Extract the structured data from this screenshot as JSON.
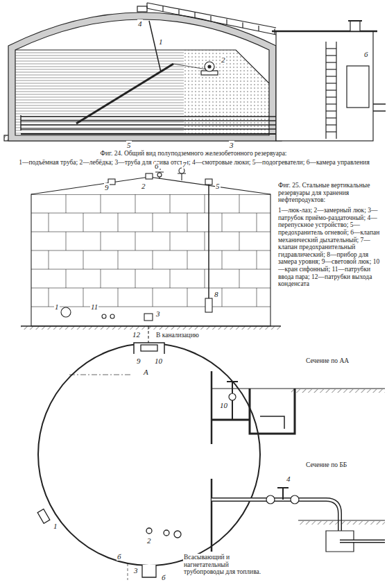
{
  "diagram": {
    "labels": [
      "4",
      "1",
      "2",
      "6",
      "5",
      "3",
      "Фиг. 24. Общий вид полуподземного железобетонного резервуара:",
      "1—подъёмная труба; 2—лебёдка; 3—труба для слива отстоя; 4—смотровые люки; 5—подогреватели; 6—камера управления",
      "6",
      "7",
      "9",
      "2",
      "5",
      "1",
      "11",
      "3",
      "8",
      "12",
      "В канализацию",
      "9",
      "A",
      "10",
      "1",
      "б",
      "2",
      "3",
      "б",
      "Всасывающий и нагнетательный трубопроводы для топлива.",
      "Сечение по АА",
      "10",
      "Сечение по ББ",
      "4",
      "Фиг. 25. Стальные вертикальные резервуары для хранения нефтепродуктов:",
      "1—люк-лаз; 2—замерный люк; 3—патрубок приёмо-раздаточный; 4—перепускное устройство; 5—предохранитель огневой; 6—клапан механический дыхательный; 7—клапан предохранительный гидравлический; 8—прибор для замера уровня; 9—световой люк; 10—кран сифонный; 11—патрубки ввода пара; 12—патрубки выхода конденсата"
    ]
  }
}
